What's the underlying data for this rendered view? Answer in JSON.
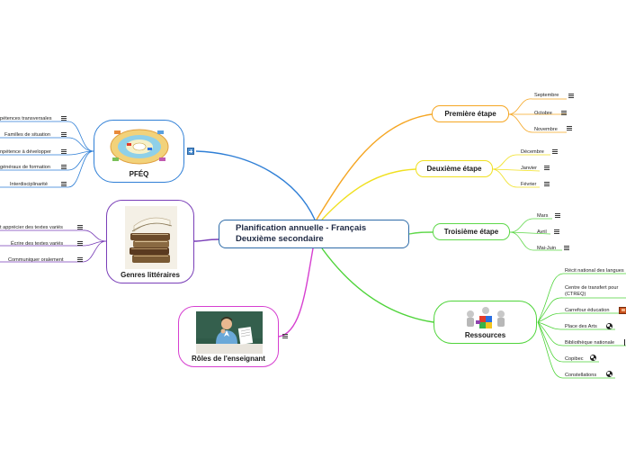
{
  "central": {
    "line1": "Planification annuelle - Français",
    "line2": "Deuxième secondaire"
  },
  "branches": {
    "etape1": {
      "label": "Première étape",
      "color": "#f5a623",
      "items": [
        "Septembre",
        "Octobre",
        "Novembre"
      ]
    },
    "etape2": {
      "label": "Deuxième étape",
      "color": "#f0e020",
      "items": [
        "Décembre",
        "Janvier",
        "Février"
      ]
    },
    "etape3": {
      "label": "Troisième étape",
      "color": "#5fd84a",
      "items": [
        "Mars",
        "Avril",
        "Mai-Juin"
      ]
    },
    "ressources": {
      "label": "Ressources",
      "color": "#4fd43a",
      "items": [
        "Récit national des langues",
        "Centre de transfert pour",
        "(CTREQ)",
        "Carrefour éducation",
        "Place des Arts",
        "Bibliothèque nationale",
        "Copibec",
        "Constellations"
      ]
    },
    "pfeq": {
      "label": "PFÉQ",
      "color": "#2f7fd6",
      "items": [
        "pétences transversales",
        "Familles de situation",
        "npétence à développer",
        "généraux de formation",
        "Interdisciplinarité"
      ]
    },
    "genres": {
      "label": "Genres littéraires",
      "color": "#7a3fb8",
      "items": [
        "t apprécier des textes variés",
        "Écrire des textes variés",
        "Communiquer oralement"
      ]
    },
    "roles": {
      "label": "Rôles de l'enseignant",
      "color": "#d63fd0"
    }
  },
  "icons": {
    "note": "note-icon",
    "link": "globe-icon",
    "attachment": "image-icon",
    "expand": "expand-icon"
  }
}
